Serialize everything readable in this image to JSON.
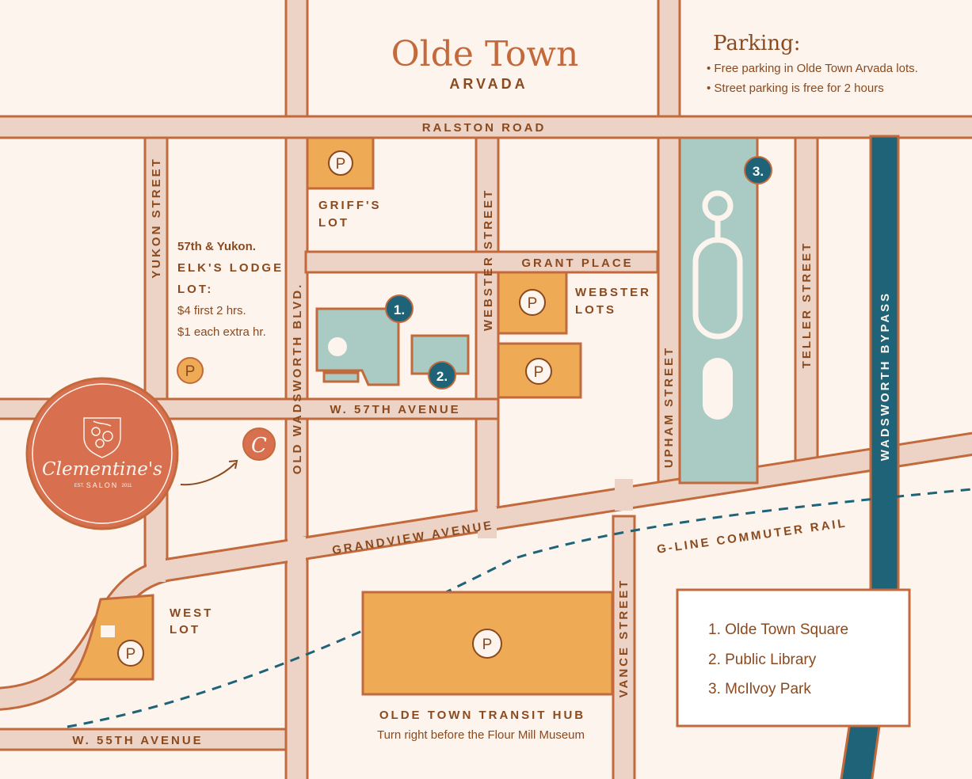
{
  "header": {
    "title": "Olde Town",
    "subtitle": "ARVADA"
  },
  "parking_info": {
    "title": "Parking:",
    "items": [
      "• Free parking in Olde Town Arvada lots.",
      "• Street parking is free for 2 hours"
    ]
  },
  "roads": {
    "ralston": "RALSTON ROAD",
    "grant": "GRANT PLACE",
    "w57": "W. 57TH AVENUE",
    "w55": "W. 55TH AVENUE",
    "grandview": "GRANDVIEW AVENUE",
    "gline": "G-LINE COMMUTER RAIL",
    "yukon": "YUKON STREET",
    "old_wadsworth": "OLD WADSWORTH BLVD.",
    "webster": "WEBSTER STREET",
    "upham": "UPHAM STREET",
    "teller": "TELLER STREET",
    "vance": "VANCE STREET",
    "wadsworth_bypass": "WADSWORTH BYPASS"
  },
  "lots": {
    "griffs_line1": "GRIFF'S",
    "griffs_line2": "LOT",
    "elks_heading": "57th & Yukon.",
    "elks_line1": "ELK'S LODGE",
    "elks_line2": "LOT:",
    "elks_price1": "$4 first 2 hrs.",
    "elks_price2": "$1 each extra hr.",
    "webster_line1": "WEBSTER",
    "webster_line2": "LOTS",
    "west_line1": "WEST",
    "west_line2": "LOT",
    "transit_title": "OLDE TOWN TRANSIT HUB",
    "transit_note": "Turn right before the Flour Mill Museum",
    "parking_symbol": "P"
  },
  "markers": {
    "one": "1.",
    "two": "2.",
    "three": "3.",
    "salon_marker": "C"
  },
  "salon": {
    "name": "Clementine's",
    "type": "SALON",
    "est_left": "EST.",
    "est_right": "2011"
  },
  "legend": {
    "items": [
      "1. Olde Town Square",
      "2. Public Library",
      "3. McIlvoy Park"
    ]
  },
  "colors": {
    "background": "#fdf4ee",
    "road_fill": "#edd3c6",
    "road_stroke": "#c36a3c",
    "parking_lot": "#eeaa55",
    "park_green": "#a9cbc3",
    "marker_teal": "#1e6377",
    "salon_orange": "#d8704f",
    "text_brown": "#8a4a1e"
  }
}
